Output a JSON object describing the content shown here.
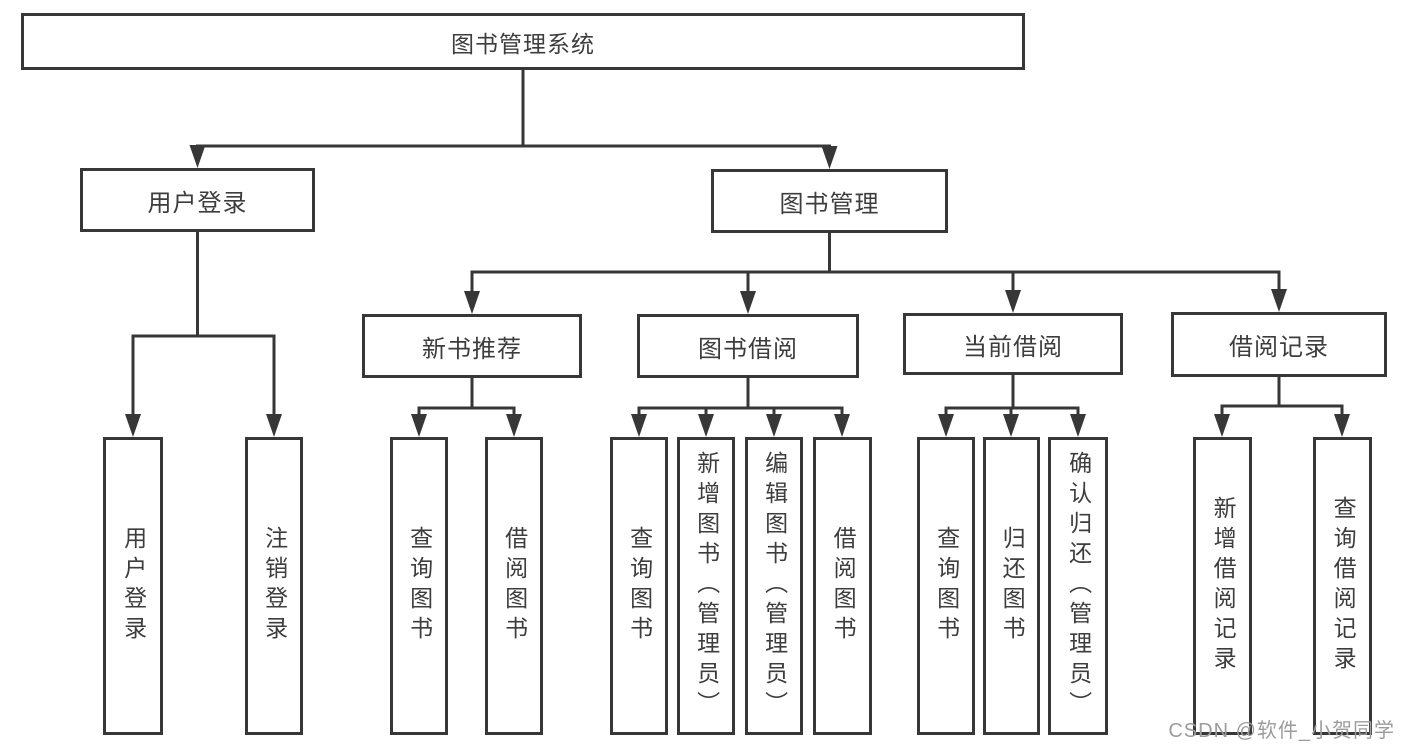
{
  "colors": {
    "line": "#373737",
    "text": "#3d3d3d",
    "background": "#ffffff",
    "watermark": "#9c9c9c"
  },
  "watermark": "CSDN @软件_小贺同学",
  "tree": {
    "root": {
      "label": "图书管理系统"
    },
    "branches": [
      {
        "label": "用户登录",
        "children": [
          {
            "label": "用户登录"
          },
          {
            "label": "注销登录"
          }
        ]
      },
      {
        "label": "图书管理",
        "children": [
          {
            "label": "新书推荐",
            "children": [
              {
                "label": "查询图书"
              },
              {
                "label": "借阅图书"
              }
            ]
          },
          {
            "label": "图书借阅",
            "children": [
              {
                "label": "查询图书"
              },
              {
                "label": "新增图书（管理员）"
              },
              {
                "label": "编辑图书（管理员）"
              },
              {
                "label": "借阅图书"
              }
            ]
          },
          {
            "label": "当前借阅",
            "children": [
              {
                "label": "查询图书"
              },
              {
                "label": "归还图书"
              },
              {
                "label": "确认归还（管理员）"
              }
            ]
          },
          {
            "label": "借阅记录",
            "children": [
              {
                "label": "新增借阅记录"
              },
              {
                "label": "查询借阅记录"
              }
            ]
          }
        ]
      }
    ]
  }
}
